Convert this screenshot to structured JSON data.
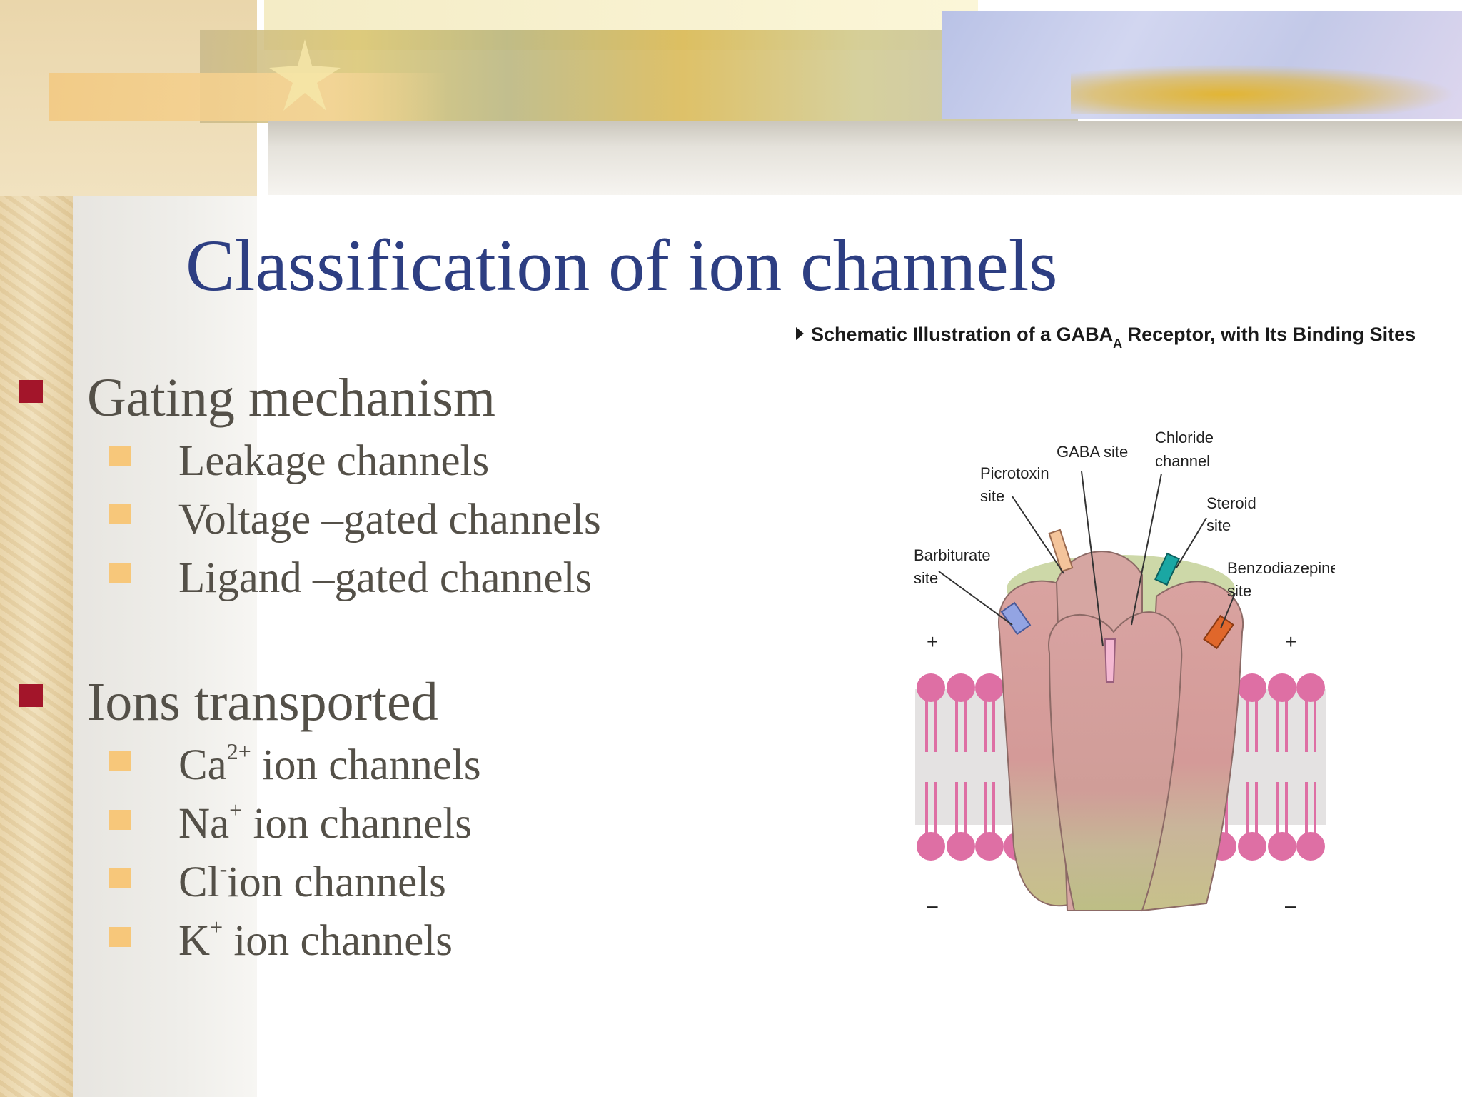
{
  "slide": {
    "title": "Classification of ion channels",
    "sections": [
      {
        "heading": "Gating mechanism",
        "items": [
          {
            "text": "Leakage channels"
          },
          {
            "text": "Voltage –gated channels"
          },
          {
            "text": "Ligand –gated channels"
          }
        ]
      },
      {
        "heading": "Ions  transported",
        "items": [
          {
            "pre": "Ca",
            "sup": "2+",
            "post": " ion channels"
          },
          {
            "pre": "Na",
            "sup": "+",
            "post": " ion  channels"
          },
          {
            "pre": "Cl",
            "sup": "-",
            "post": "ion channels"
          },
          {
            "pre": "K",
            "sup": "+",
            "post": " ion channels"
          }
        ]
      }
    ]
  },
  "figure": {
    "caption_main": "Schematic Illustration of a GABA",
    "caption_sub": "A",
    "caption_rest": " Receptor, with Its Binding Sites",
    "labels": {
      "gaba_site": "GABA site",
      "chloride": "Chloride",
      "channel": "channel",
      "picrotoxin": "Picrotoxin",
      "picrotoxin_site": "site",
      "steroid": "Steroid",
      "steroid_site": "site",
      "barbiturate": "Barbiturate",
      "barbiturate_site": "site",
      "benzodiazepine": "Benzodiazepine",
      "benzodiazepine_site": "site",
      "plus_left": "+",
      "plus_right": "+",
      "minus_left": "–",
      "minus_right": "–"
    }
  },
  "colors": {
    "title": "#2d3e82",
    "body_text": "#545048",
    "bullet_level1": "#a3152a",
    "bullet_level2": "#f7c77a"
  }
}
